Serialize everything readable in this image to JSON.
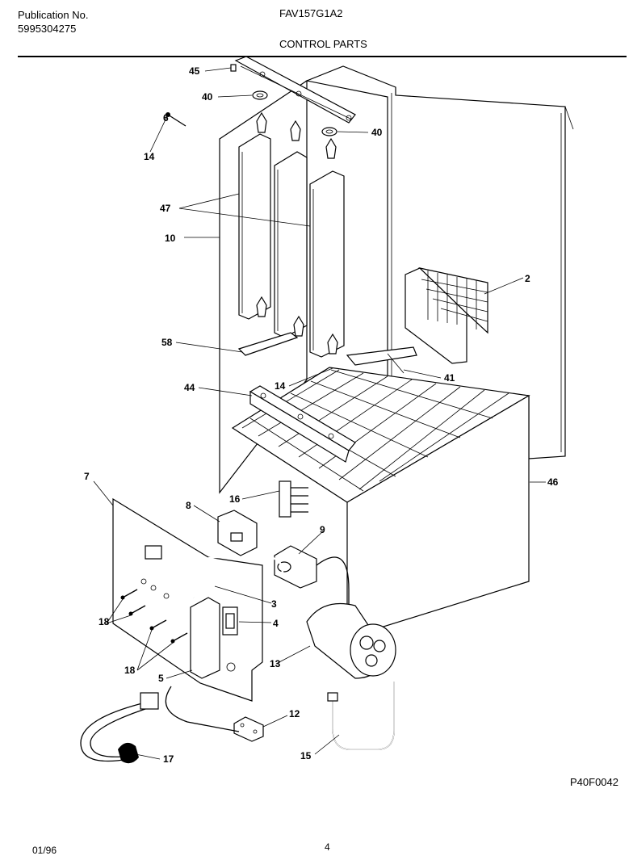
{
  "header": {
    "publication_label": "Publication No.",
    "publication_number": "5995304275",
    "model": "FAV157G1A2",
    "section_title": "CONTROL PARTS"
  },
  "footer": {
    "date": "01/96",
    "page": "4",
    "figure_code": "P40F0042"
  },
  "callouts": {
    "c45": "45",
    "c40a": "40",
    "c40b": "40",
    "c6": "6",
    "c14a": "14",
    "c47": "47",
    "c10": "10",
    "c2": "2",
    "c58": "58",
    "c41": "41",
    "c14b": "14",
    "c44": "44",
    "c46": "46",
    "c7": "7",
    "c16": "16",
    "c8": "8",
    "c9": "9",
    "c3": "3",
    "c4": "4",
    "c18a": "18",
    "c18b": "18",
    "c5": "5",
    "c13": "13",
    "c12": "12",
    "c17": "17",
    "c15": "15"
  }
}
